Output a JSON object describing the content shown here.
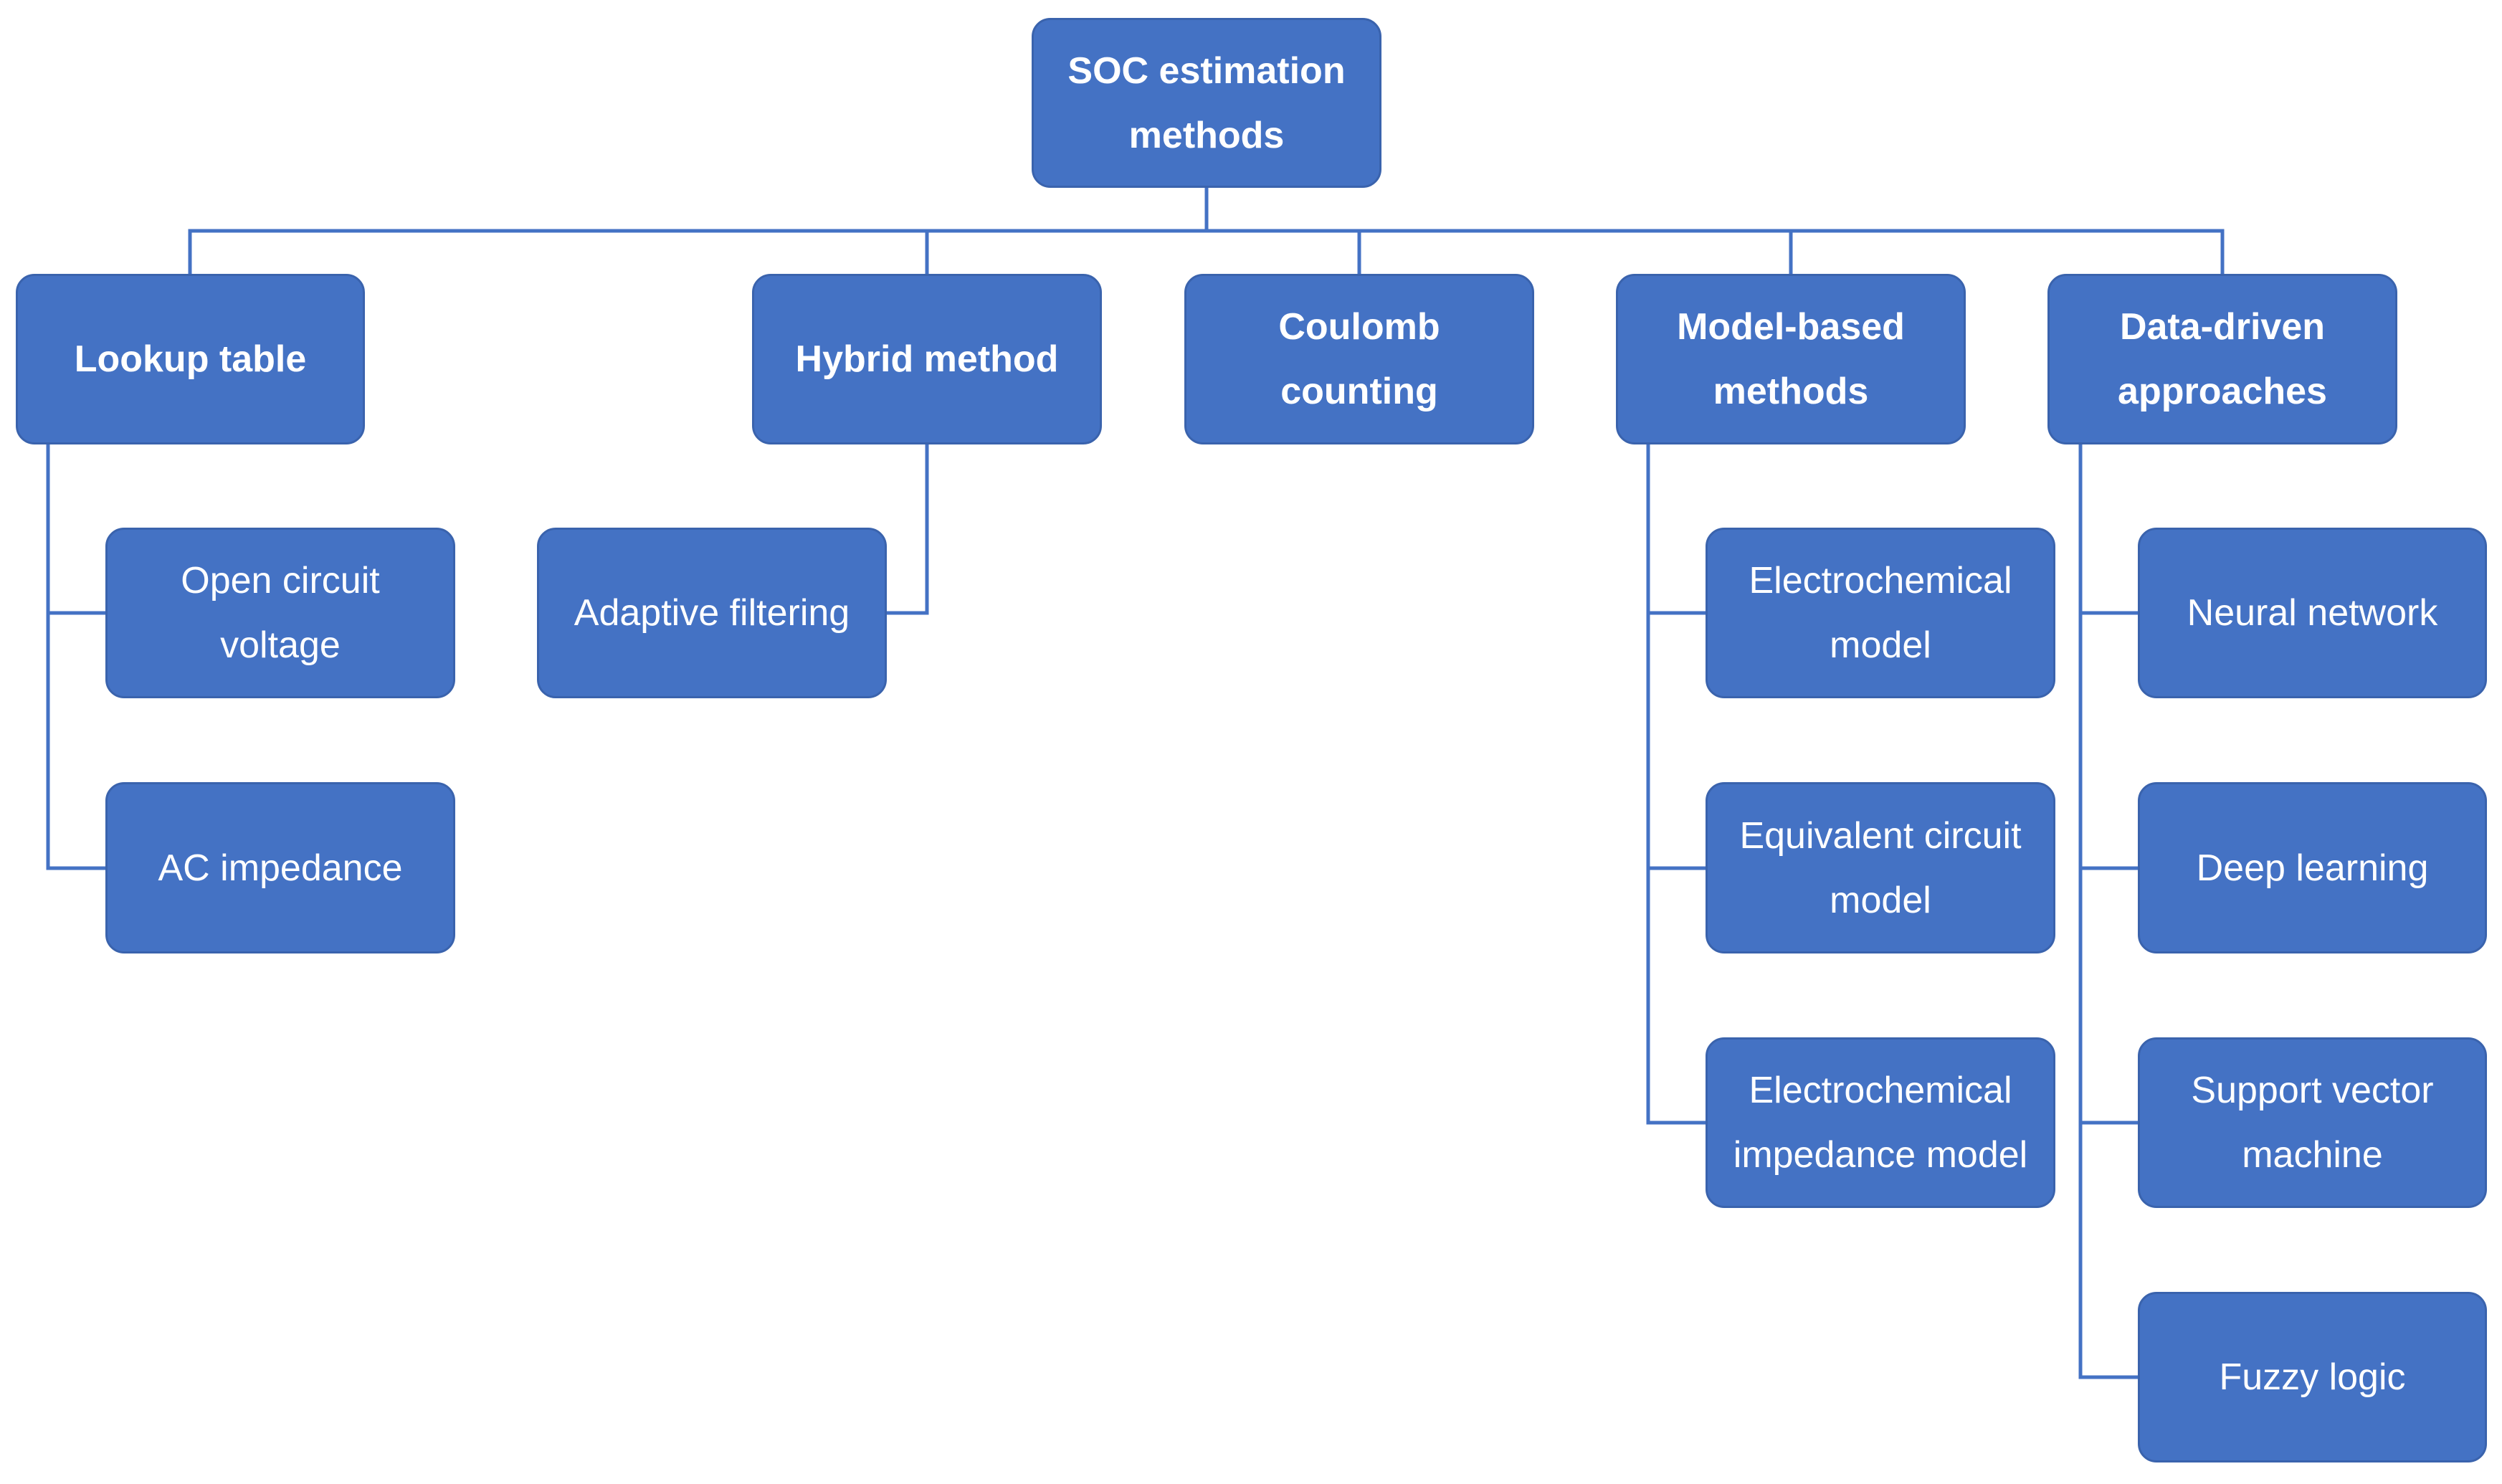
{
  "diagram": {
    "root": {
      "label": "SOC estimation\nmethods"
    },
    "categories": [
      {
        "label": "Lookup table",
        "children": [
          "Open circuit\nvoltage",
          "AC impedance"
        ]
      },
      {
        "label": "Hybrid method",
        "children": [
          "Adaptive filtering"
        ]
      },
      {
        "label": "Coulomb\ncounting",
        "children": []
      },
      {
        "label": "Model-based\nmethods",
        "children": [
          "Electrochemical\nmodel",
          "Equivalent circuit\nmodel",
          "Electrochemical\nimpedance model"
        ]
      },
      {
        "label": "Data-driven\napproaches",
        "children": [
          "Neural network",
          "Deep learning",
          "Support vector\nmachine",
          "Fuzzy logic"
        ]
      }
    ],
    "colors": {
      "node_fill": "#4472c4",
      "node_border": "#3a63ad",
      "node_text": "#ffffff",
      "connector": "#4472c4",
      "background": "#ffffff"
    }
  }
}
